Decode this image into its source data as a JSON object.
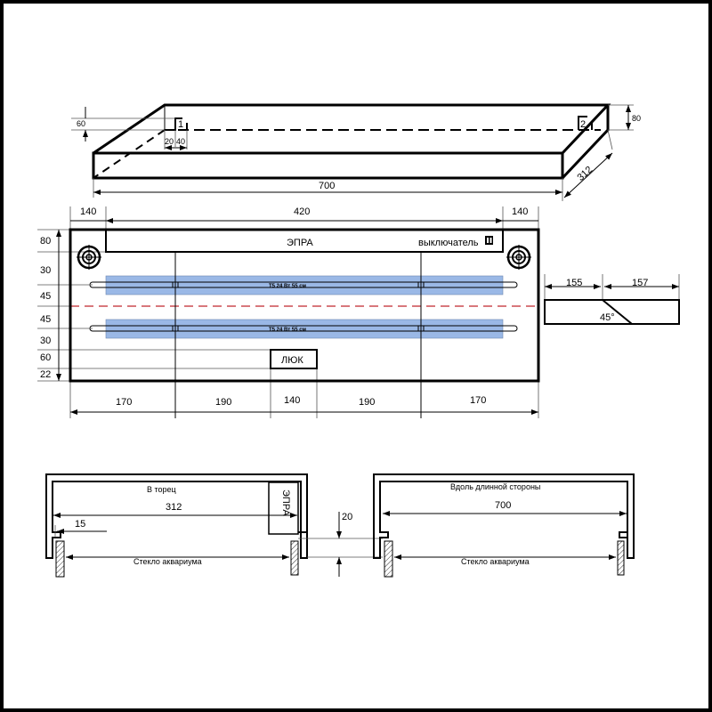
{
  "iso_view": {
    "dim_length": "700",
    "dim_depth": "312",
    "dim_height": "80",
    "dim_cutout_height": "60",
    "dim_cutout_w1": "20",
    "dim_cutout_w2": "40",
    "marker_1": "1",
    "marker_2": "2"
  },
  "plan_view": {
    "top_dims": [
      "140",
      "420",
      "140"
    ],
    "left_dims": [
      "80",
      "30",
      "45",
      "45",
      "30",
      "60",
      "22"
    ],
    "bottom_dims": [
      "170",
      "190",
      "140",
      "190",
      "170"
    ],
    "ballast_label": "ЭПРА",
    "switch_label": "выключатель",
    "lamp_labels": [
      "T5 24 Вт 55 см",
      "T5 24 Вт 55 см"
    ],
    "hatch_label": "ЛЮК",
    "lamp_color": "#9ab8e6",
    "centerline_color": "#c0272d"
  },
  "side_profile": {
    "dims": [
      "155",
      "157"
    ],
    "angle_label": "45°"
  },
  "section_end": {
    "title": "В торец",
    "width": "312",
    "offset": "15",
    "ballast_label": "ЭПРА",
    "glass_label": "Стекло аквариума"
  },
  "gap_dim": "20",
  "section_long": {
    "title": "Вдоль длинной стороны",
    "width": "700",
    "glass_label": "Стекло аквариума"
  }
}
